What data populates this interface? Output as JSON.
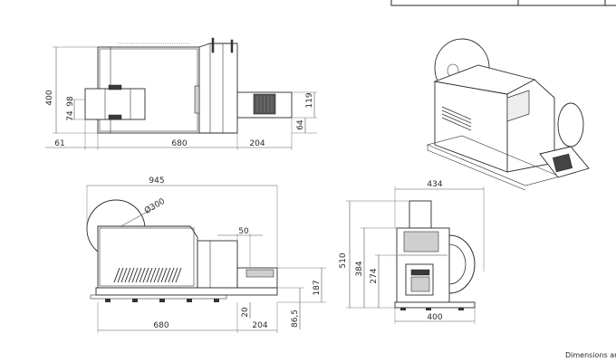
{
  "title_block": {
    "cells": [
      "",
      "",
      ""
    ]
  },
  "top_view": {
    "dims": {
      "height_total": "400",
      "d74": "74",
      "d98": "98",
      "d119": "119",
      "d64": "64",
      "left_offset": "61",
      "body_length": "680",
      "tray_length": "204"
    }
  },
  "front_view": {
    "dims": {
      "overall_width": "945",
      "roll_diameter": "Ø300",
      "d50": "50",
      "d187": "187",
      "d86_5": "86,5",
      "d20": "20",
      "body_length": "680",
      "tray_length": "204"
    }
  },
  "side_view": {
    "dims": {
      "top_width": "434",
      "h510": "510",
      "h384": "384",
      "h274": "274",
      "base_width": "400"
    }
  },
  "footer": {
    "note": "Dimensions are"
  }
}
